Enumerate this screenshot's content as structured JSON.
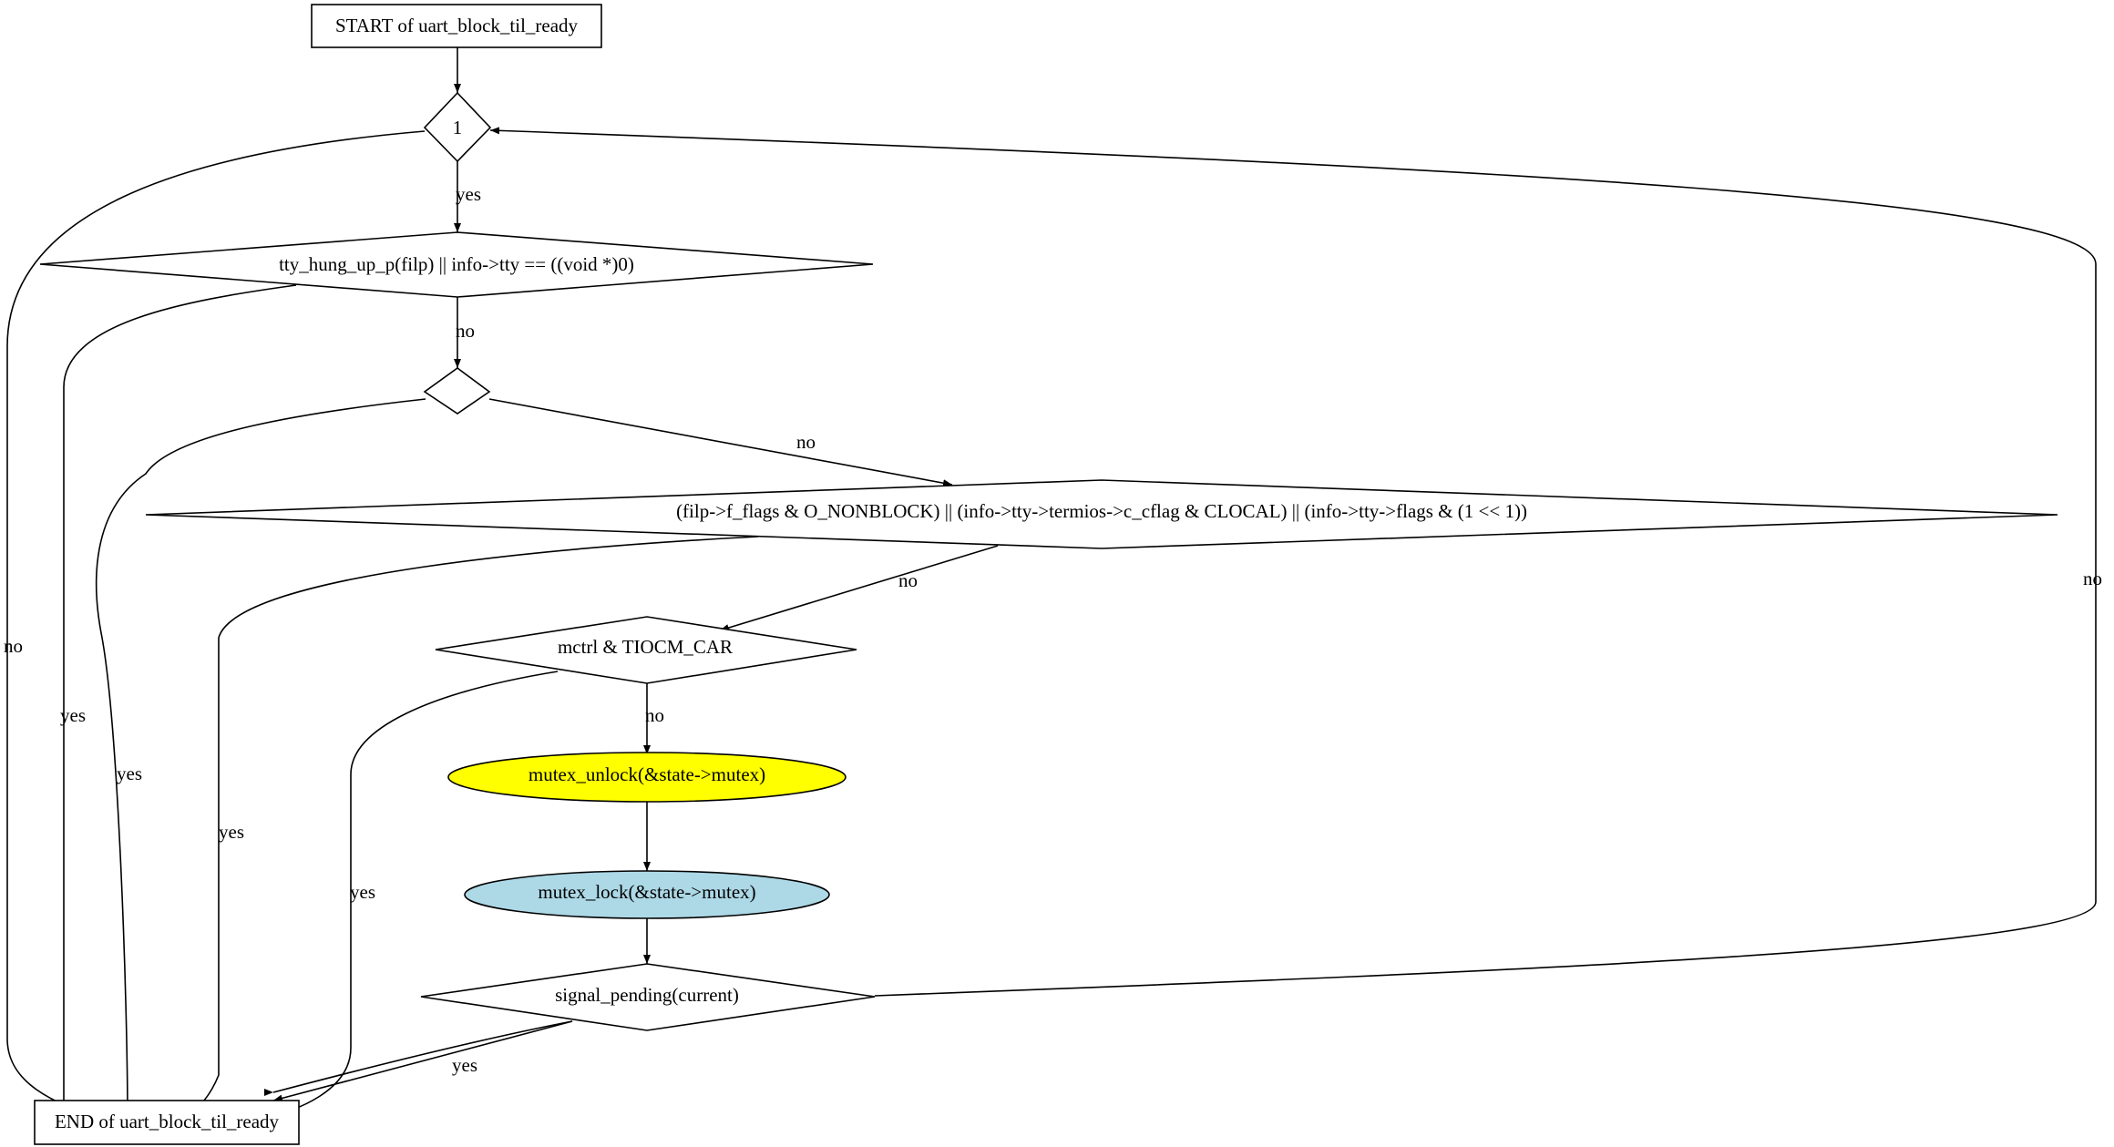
{
  "nodes": {
    "start": "START of uart_block_til_ready",
    "loop_cond": "1",
    "hung_up": "tty_hung_up_p(filp) || info->tty == ((void *)0)",
    "empty_cond": "",
    "nonblock": "(filp->f_flags & O_NONBLOCK) || (info->tty->termios->c_cflag & CLOCAL) || (info->tty->flags & (1 << 1))",
    "mctrl": "mctrl & TIOCM_CAR",
    "unlock": "mutex_unlock(&state->mutex)",
    "lock": "mutex_lock(&state->mutex)",
    "signal": "signal_pending(current)",
    "end": "END of uart_block_til_ready"
  },
  "edges": {
    "loop_yes": "yes",
    "loop_no": "no",
    "hung_no": "no",
    "hung_yes": "yes",
    "empty_no": "no",
    "empty_yes": "yes",
    "nonblock_no": "no",
    "nonblock_yes": "yes",
    "mctrl_no": "no",
    "mctrl_yes": "yes",
    "signal_no": "no",
    "signal_yes": "yes"
  },
  "colors": {
    "unlock_fill": "#ffff00",
    "lock_fill": "#add8e6"
  }
}
